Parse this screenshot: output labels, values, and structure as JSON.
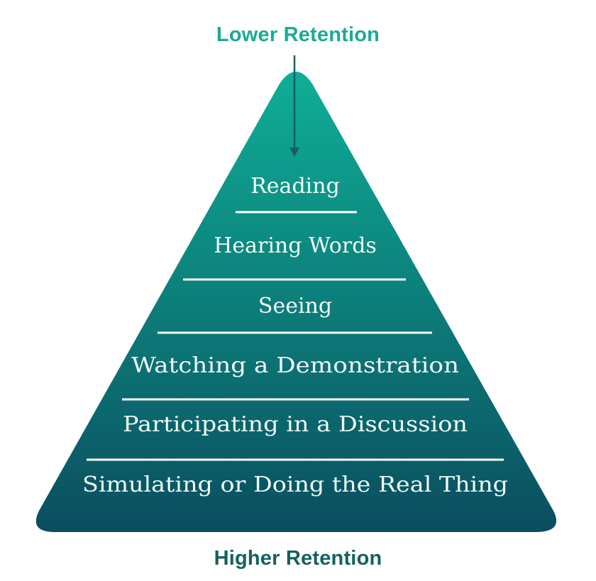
{
  "labels": {
    "top": "Lower Retention",
    "bottom": "Higher Retention"
  },
  "tiers": [
    "Reading",
    "Hearing Words",
    "Seeing",
    "Watching a Demonstration",
    "Participating in a Discussion",
    "Simulating or Doing the Real Thing"
  ],
  "colors": {
    "gradient_top": "#0fae96",
    "gradient_bottom": "#0a4e5f",
    "top_label": "#1aab94",
    "bottom_label": "#14615f",
    "arrow": "#15605d",
    "tier_text": "#f1fbf8"
  },
  "icons": {
    "arrow": "arrow-down-icon"
  }
}
